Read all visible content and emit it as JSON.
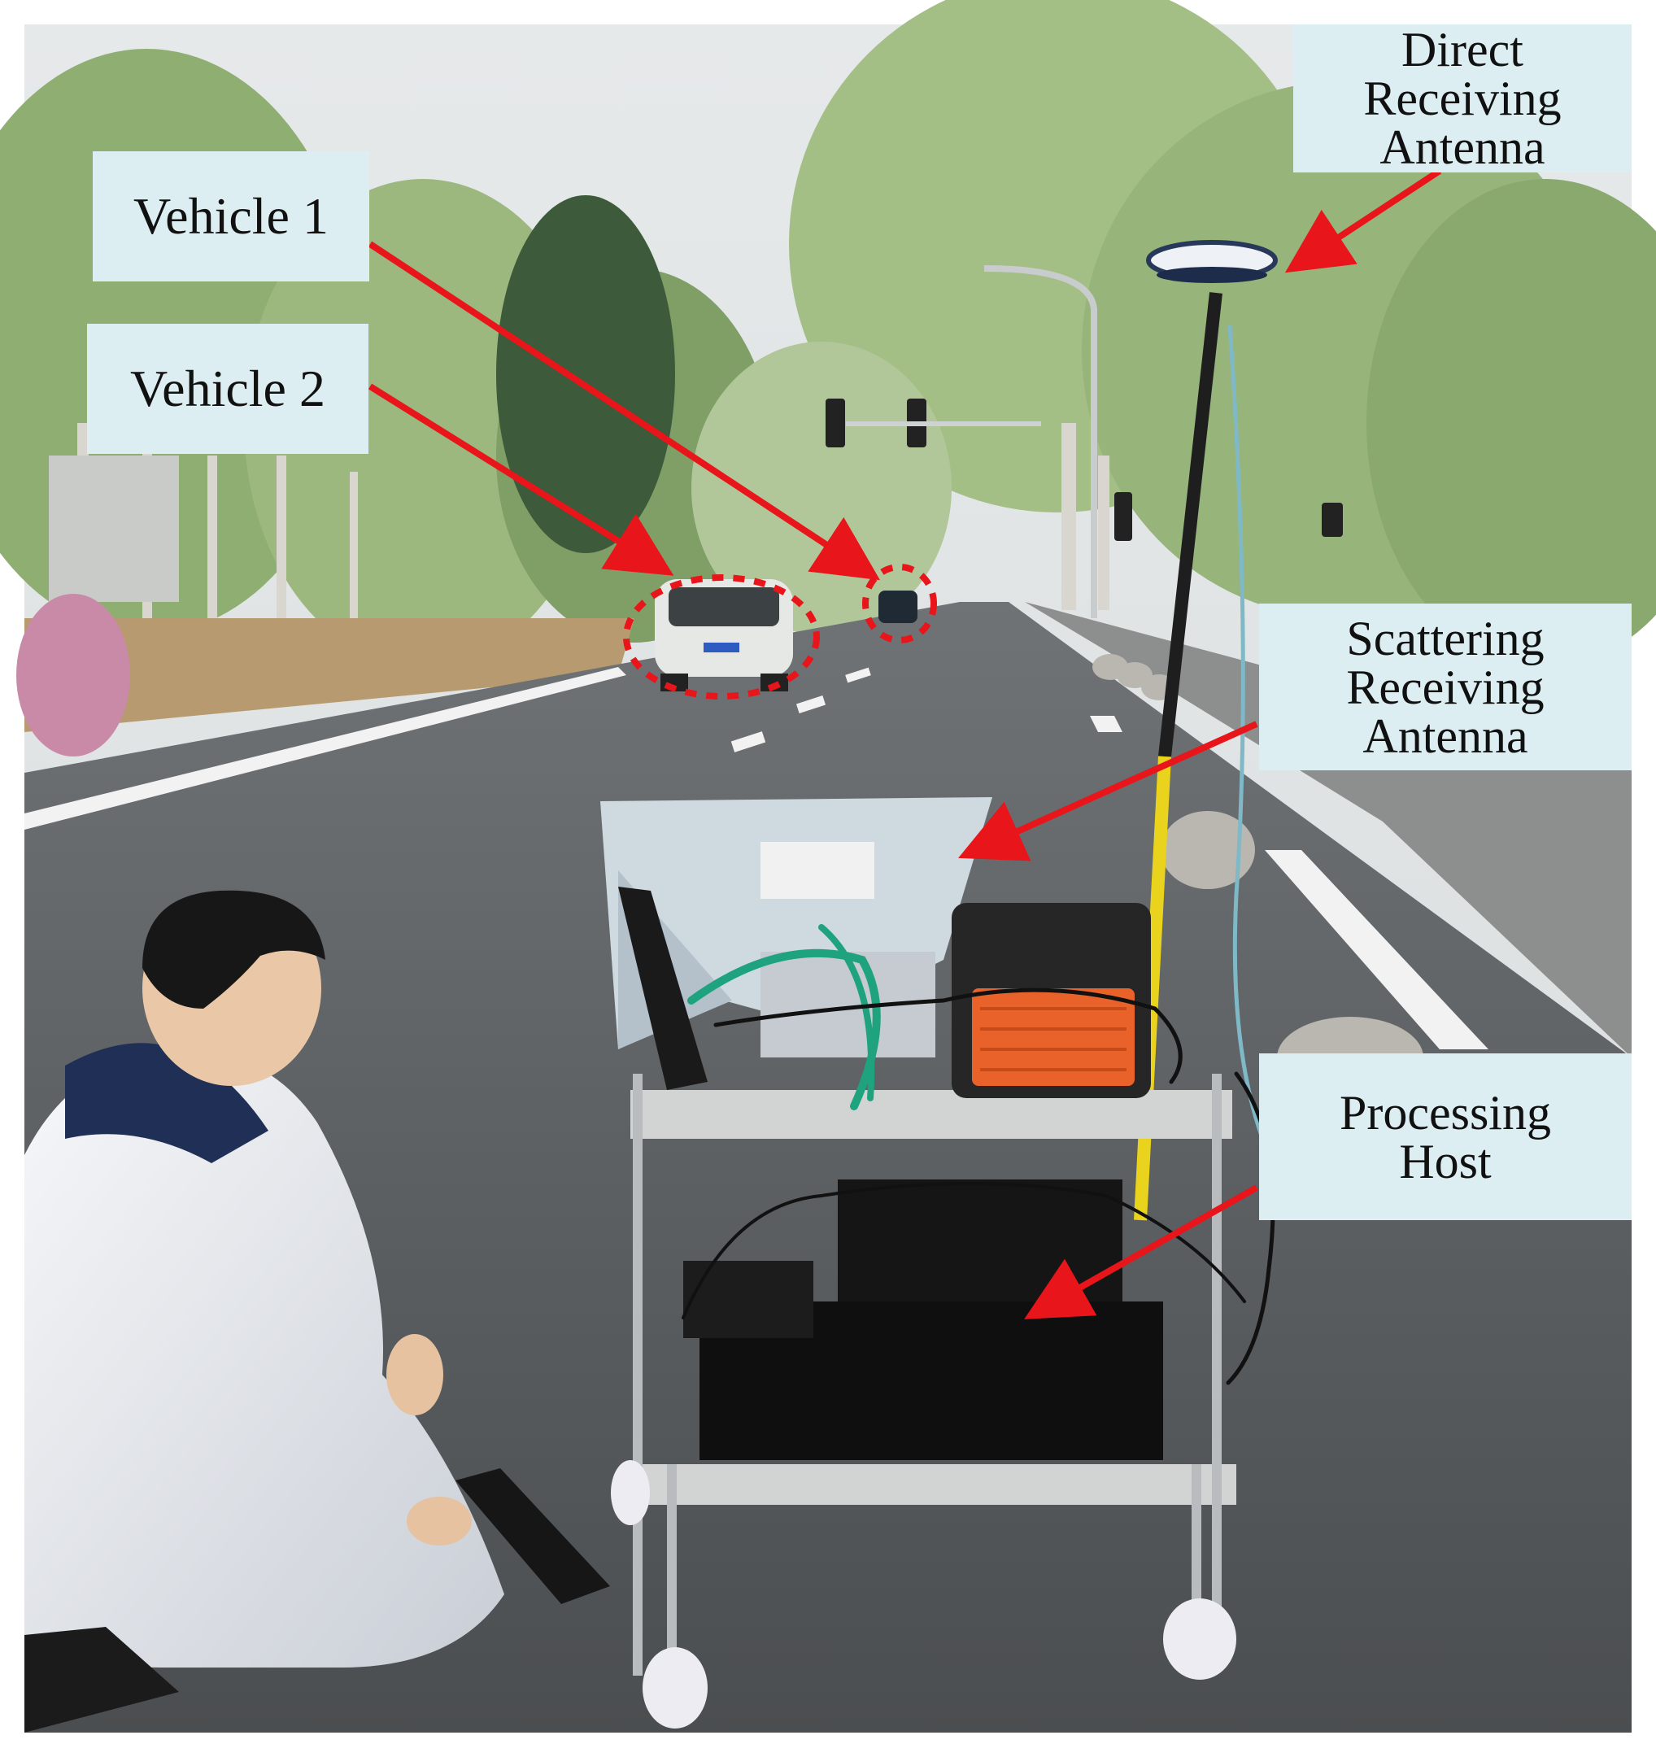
{
  "figure": {
    "labels": {
      "vehicle1": "Vehicle 1",
      "vehicle2": "Vehicle 2",
      "direct_antenna": [
        "Direct",
        "Receiving",
        "Antenna"
      ],
      "scattering_antenna": [
        "Scattering",
        "Receiving",
        "Antenna"
      ],
      "processing_host": [
        "Processing",
        "Host"
      ]
    },
    "colors": {
      "arrow": "#e8151b",
      "label_bg": "#dceef2",
      "highlight_circle": "#e8151b"
    }
  }
}
